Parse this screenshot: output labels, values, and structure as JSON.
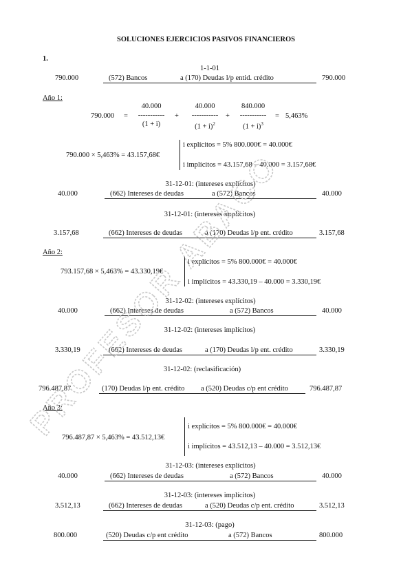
{
  "title": "SOLUCIONES EJERCICIOS PASIVOS FINANCIEROS",
  "exercise_number": "1.",
  "entry1": {
    "date": "1-1-01",
    "debit_amount": "790.000",
    "debit_account": "(572) Bancos",
    "credit_account": "a (170) Deudas l/p entid. crédito",
    "credit_amount": "790.000"
  },
  "year1": {
    "label": "Año 1:",
    "equation": {
      "lhs": "790.000",
      "eq": "=",
      "n1": "40.000",
      "d1": "(1 + i)",
      "plus1": "+",
      "n2": "40.000",
      "d2": "(1 + i)",
      "exp2": "2",
      "plus2": "+",
      "n3": "840.000",
      "d3": "(1 + i)",
      "exp3": "3",
      "eq2": "=",
      "result": "5,463%",
      "dashes": "-----------"
    },
    "calc": "790.000 × 5,463% = 43.157,68€",
    "explicit": "i explícitos = 5% 800.000€ = 40.000€",
    "implicit": "i implícitos = 43.157,68 – 40.000 = 3.157,68€",
    "j1": {
      "header": "31-12-01: (intereses explícitos)",
      "debit_amount": "40.000",
      "debit_account": "(662) Intereses de deudas",
      "credit_account": "a (572) Bancos",
      "credit_amount": "40.000"
    },
    "j2": {
      "header": "31-12-01: (intereses implícitos)",
      "debit_amount": "3.157,68",
      "debit_account": "(662) Intereses de deudas",
      "credit_account": "a (170) Deudas l/p ent. crédito",
      "credit_amount": "3.157,68"
    }
  },
  "year2": {
    "label": "Año 2:",
    "calc": "793.157,68 × 5,463% = 43.330,19€",
    "explicit": "i explícitos = 5% 800.000€ = 40.000€",
    "implicit": "i implícitos = 43.330,19 – 40.000 = 3.330,19€",
    "j1": {
      "header": "31-12-02: (intereses explícitos)",
      "debit_amount": "40.000",
      "debit_account": "(662) Intereses de deudas",
      "credit_account": "a (572) Bancos",
      "credit_amount": "40.000"
    },
    "j2": {
      "header": "31-12-02: (intereses implícitos)",
      "debit_amount": "3.330,19",
      "debit_account": "(662) Intereses de deudas",
      "credit_account": "a (170) Deudas l/p ent. crédito",
      "credit_amount": "3.330,19"
    },
    "j3": {
      "header": "31-12-02: (reclasificación)",
      "debit_amount": "796.487,87",
      "debit_account": "(170) Deudas l/p ent. crédito",
      "credit_account": "a (520) Deudas c/p ent crédito",
      "credit_amount": "796.487,87"
    }
  },
  "year3": {
    "label": "Año 3:",
    "calc": "796.487,87 × 5,463% = 43.512,13€",
    "explicit": "i explícitos = 5% 800.000€ = 40.000€",
    "implicit": "i implícitos = 43.512,13 – 40.000 = 3.512,13€",
    "j1": {
      "header": "31-12-03: (intereses explícitos)",
      "debit_amount": "40.000",
      "debit_account": "(662) Intereses de deudas",
      "credit_account": "a (572) Bancos",
      "credit_amount": "40.000"
    },
    "j2": {
      "header": "31-12-03: (intereses implícitos)",
      "debit_amount": "3.512,13",
      "debit_account": "(662) Intereses de deudas",
      "credit_account": "a (520) Deudas c/p ent. crédito",
      "credit_amount": "3.512,13"
    },
    "j3": {
      "header": "31-12-03: (pago)",
      "debit_amount": "800.000",
      "debit_account": "(520) Deudas c/p ent crédito",
      "credit_account": "a (572) Bancos",
      "credit_amount": "800.000"
    }
  },
  "watermark": {
    "text": "PROFESOR ABACO",
    "color": "#c8c8c8"
  }
}
